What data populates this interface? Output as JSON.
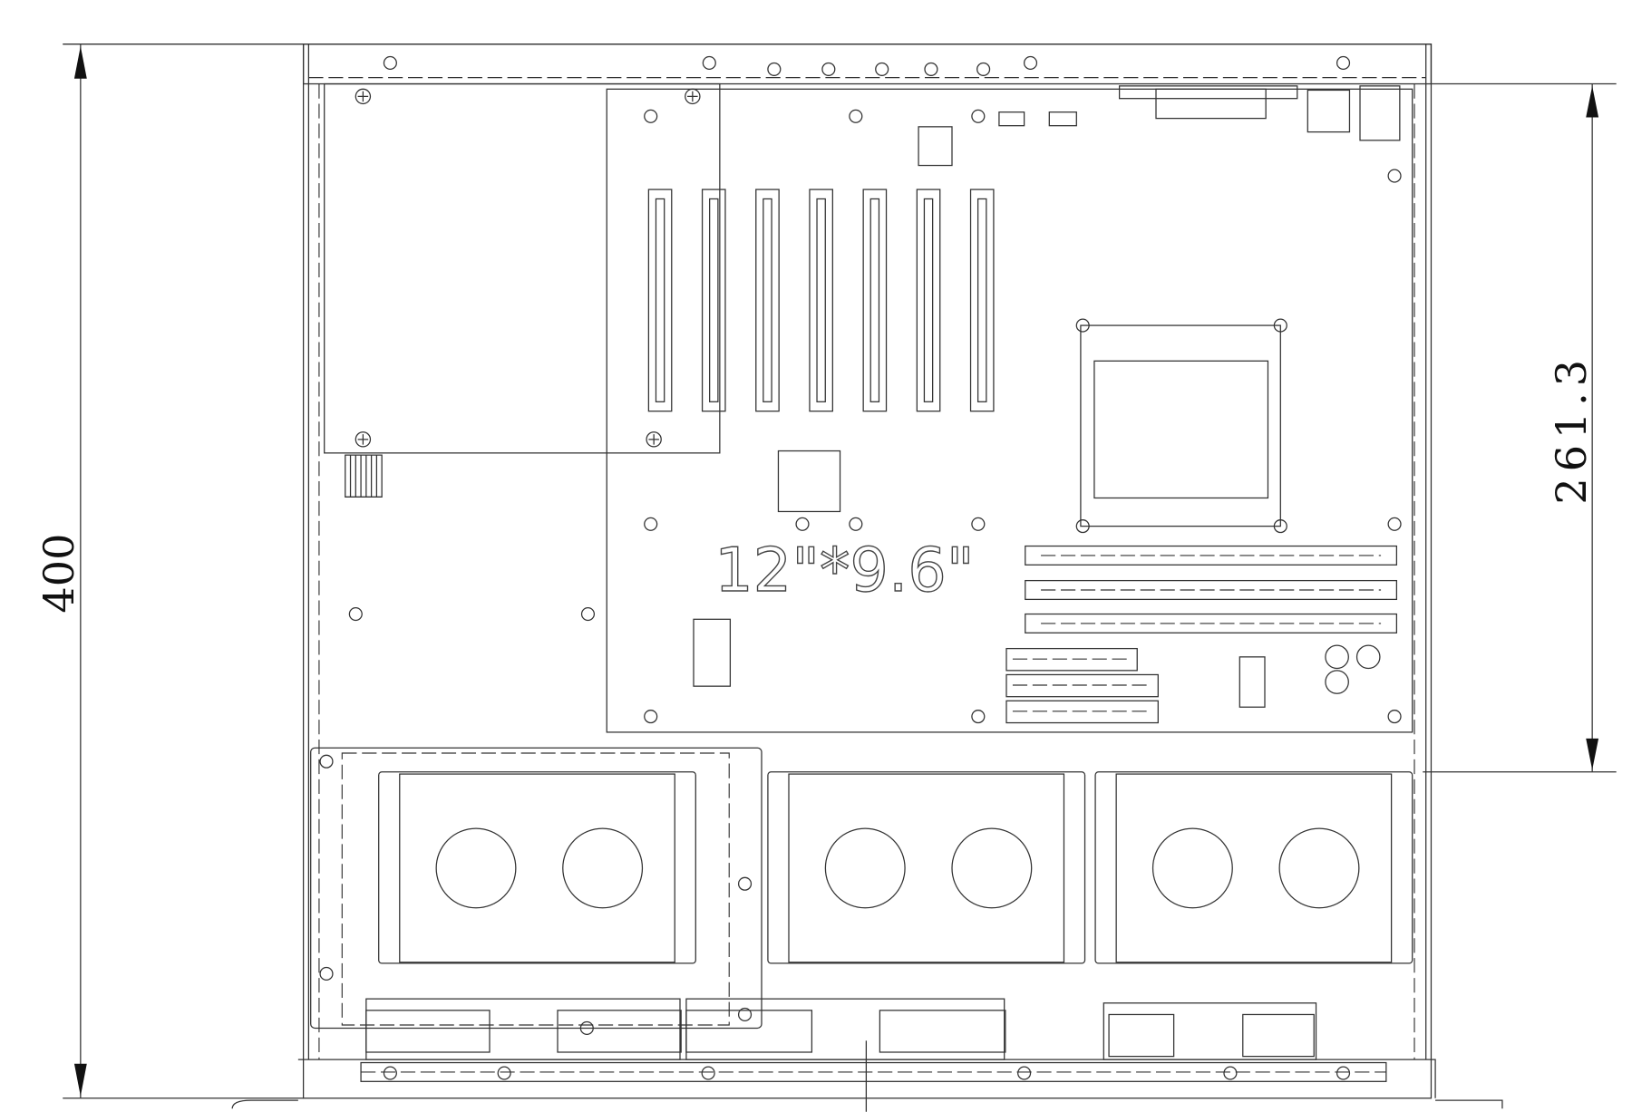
{
  "dimensions": {
    "overall_depth": "400",
    "board_offset": "261.3"
  },
  "board_label": "12\"*9.6\"",
  "counts": {
    "pci_slots": 7,
    "dimm_slots": 3,
    "ide_headers": 3,
    "drive_bays": 3
  }
}
